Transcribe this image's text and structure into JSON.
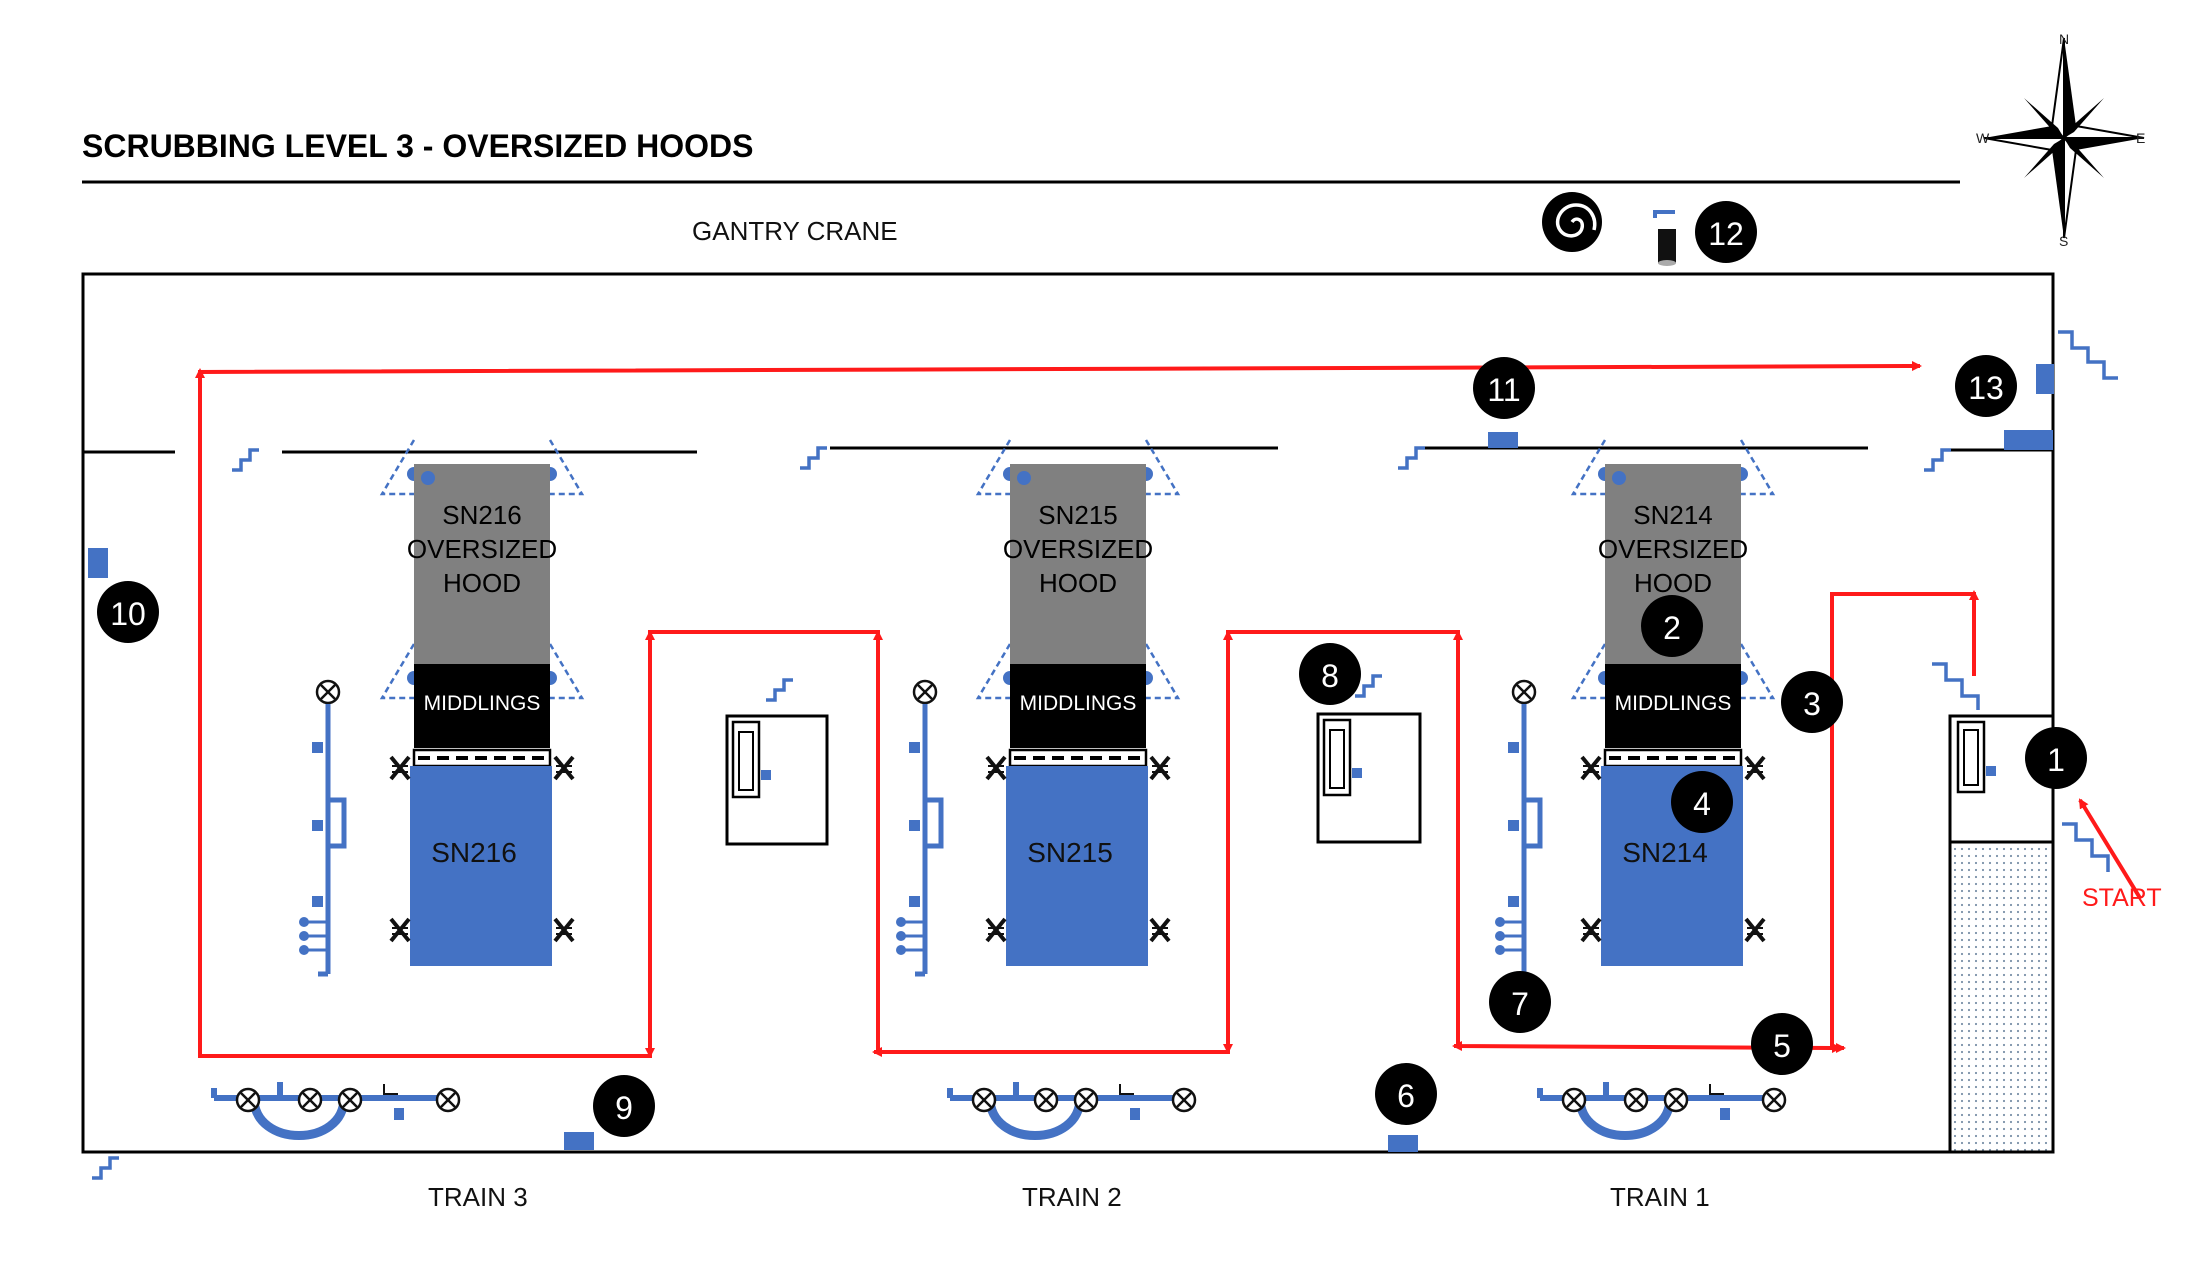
{
  "title": "SCRUBBING LEVEL 3 - OVERSIZED HOODS",
  "gantry_label": "GANTRY CRANE",
  "start_label": "START",
  "compass": {
    "n": "N",
    "s": "S",
    "e": "E",
    "w": "W"
  },
  "trains": [
    {
      "label": "TRAIN 3",
      "hood": [
        "SN216",
        "OVERSIZED",
        "HOOD"
      ],
      "middlings": "MIDDLINGS",
      "unit": "SN216"
    },
    {
      "label": "TRAIN 2",
      "hood": [
        "SN215",
        "OVERSIZED",
        "HOOD"
      ],
      "middlings": "MIDDLINGS",
      "unit": "SN215"
    },
    {
      "label": "TRAIN 1",
      "hood": [
        "SN214",
        "OVERSIZED",
        "HOOD"
      ],
      "middlings": "MIDDLINGS",
      "unit": "SN214"
    }
  ],
  "markers": [
    "1",
    "2",
    "3",
    "4",
    "5",
    "6",
    "7",
    "8",
    "9",
    "10",
    "11",
    "12",
    "13"
  ],
  "colors": {
    "route": "#ff1a1a",
    "equipment_blue": "#4472c4",
    "hood_gray": "#808080",
    "marker_black": "#000000"
  },
  "icons": {
    "spiral": "spiral-icon",
    "compass": "compass-rose-icon",
    "stairs": "stairs-icon"
  }
}
